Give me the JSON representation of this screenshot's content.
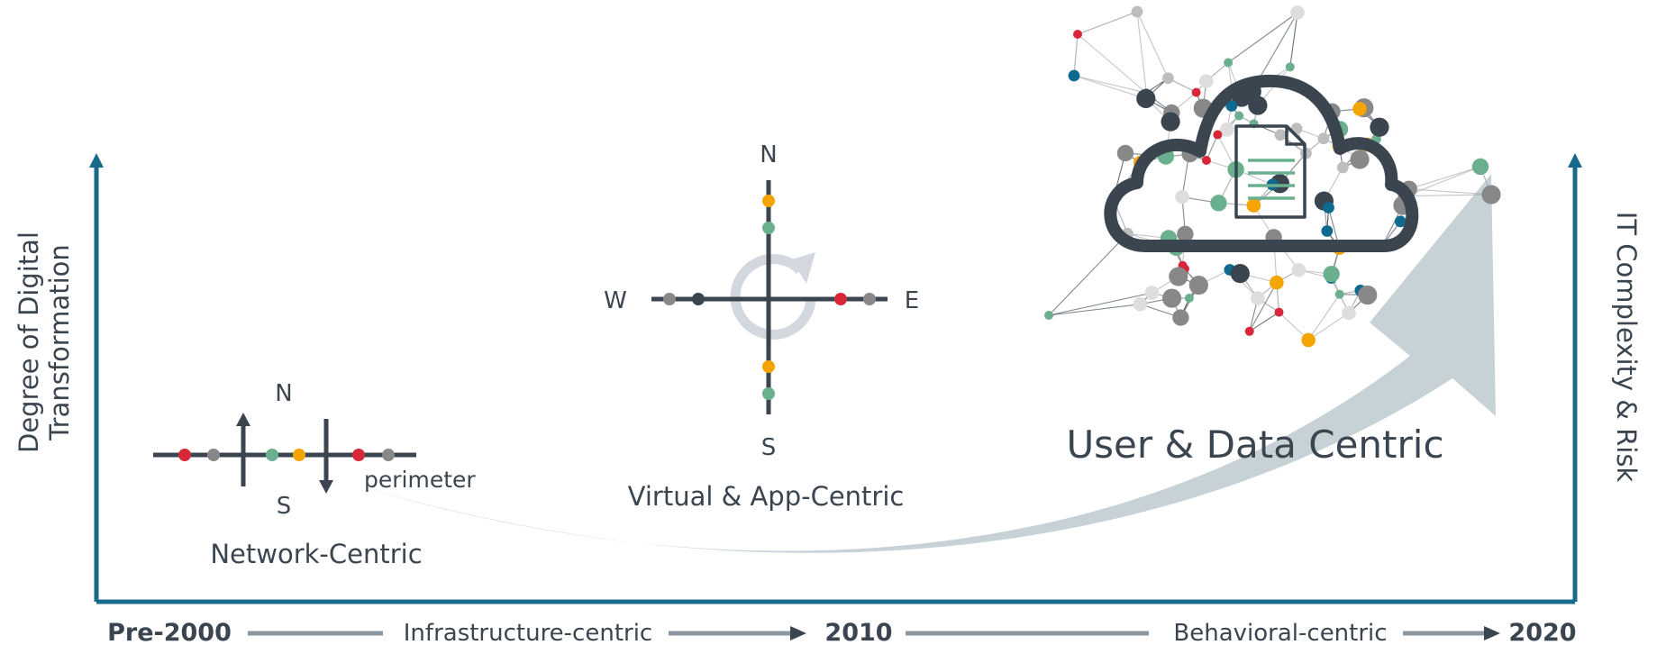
{
  "axes": {
    "left_label_line1": "Degree of Digital",
    "left_label_line2": "Transformation",
    "right_label": "IT Complexity & Risk"
  },
  "eras": [
    {
      "name": "Network-Centric",
      "compass": {
        "north": "N",
        "south": "S"
      },
      "extra_label": "perimeter"
    },
    {
      "name": "Virtual & App-Centric",
      "compass": {
        "north": "N",
        "south": "S",
        "west": "W",
        "east": "E"
      }
    },
    {
      "name": "User & Data Centric"
    }
  ],
  "timeline": {
    "start": "Pre-2000",
    "phase1": "Infrastructure-centric",
    "mid": "2010",
    "phase2": "Behavioral-centric",
    "end": "2020"
  },
  "colors": {
    "axis": "#176a8a",
    "arrow_fill": "#c7d2d7",
    "line": "#3a4550",
    "red": "#d62839",
    "gray": "#888888",
    "green": "#6ab08f",
    "orange": "#f5a500",
    "blue": "#0f6a8f",
    "cycle": "#d3d7de"
  },
  "icons": [
    "cloud-icon",
    "document-icon",
    "cycle-arrow-icon",
    "network-sphere-icon"
  ]
}
